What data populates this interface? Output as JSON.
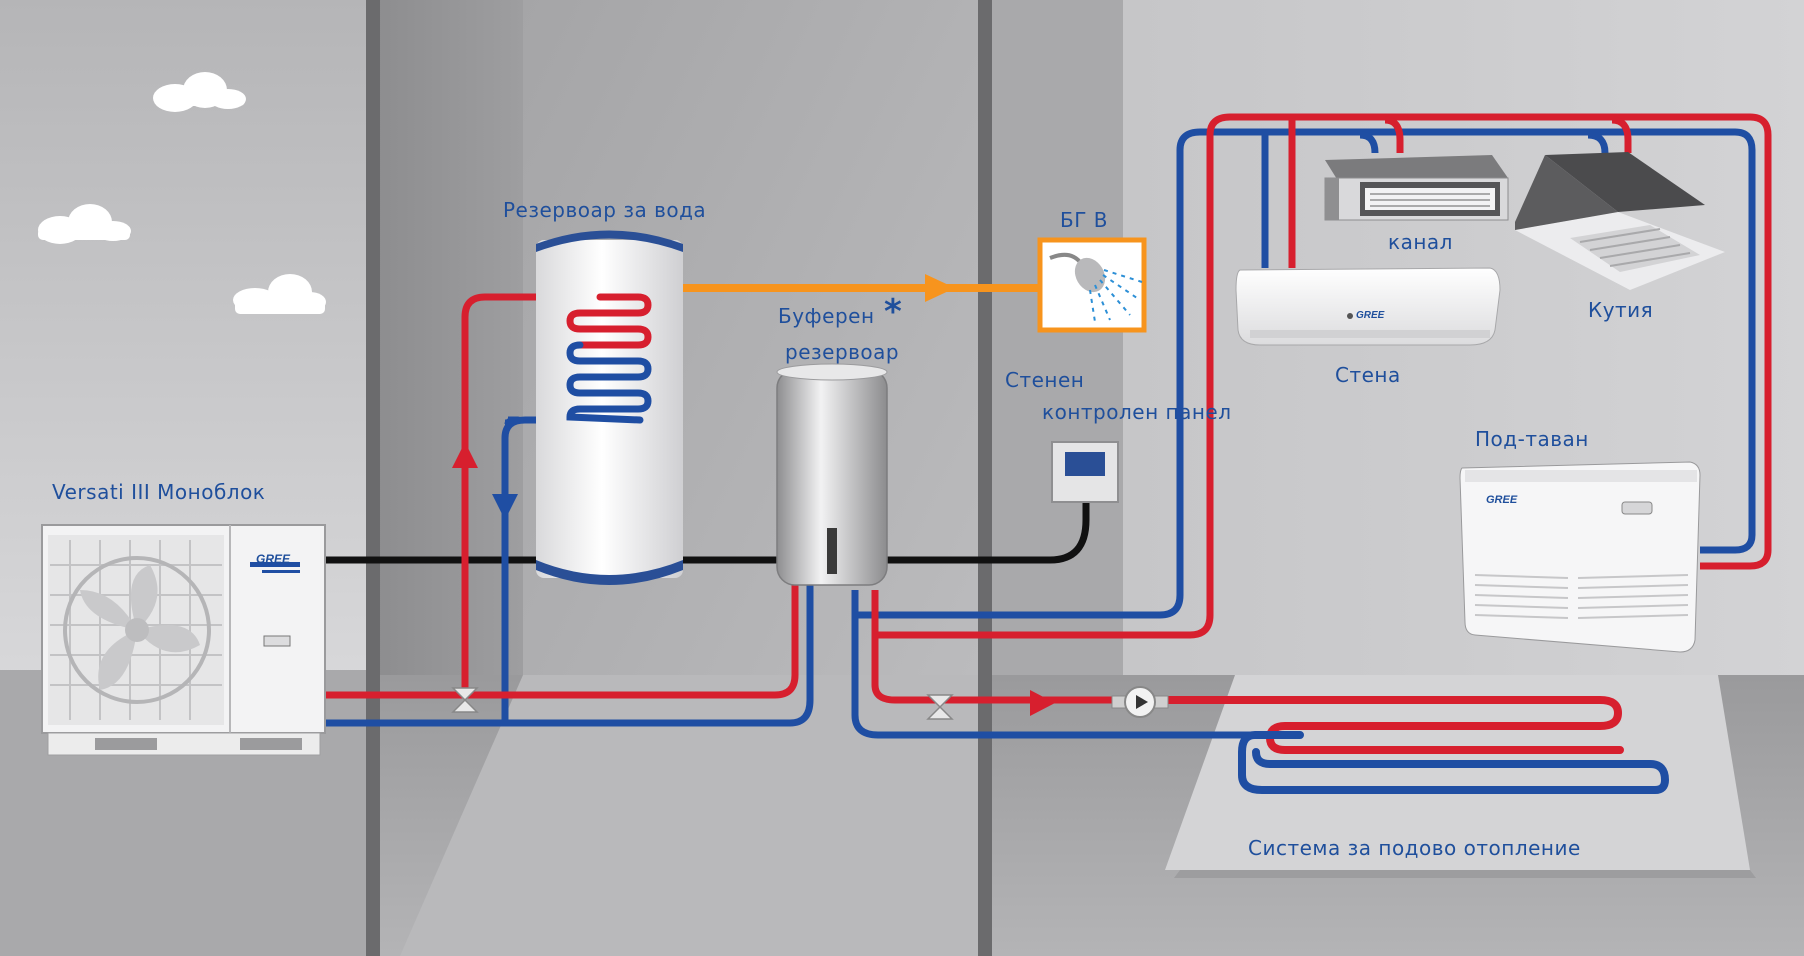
{
  "labels": {
    "outdoor_unit": "Versati III Моноблок",
    "water_tank": "Резервоар за вода",
    "dhw": "БГ В",
    "buffer_line1": "Буферен",
    "buffer_line2": "резервоар",
    "buffer_mark": "*",
    "wall_panel_line1": "Стенен",
    "wall_panel_line2": "контролен панел",
    "duct": "канал",
    "cassette": "Кутия",
    "wall": "Стена",
    "under_ceiling": "Под-таван",
    "floor_heating": "Система за подово отопление"
  },
  "brand": "GREE",
  "colors": {
    "hot_pipe": "#d71f2e",
    "cold_pipe": "#1f4ea3",
    "dhw_pipe": "#f7941d",
    "control_cable": "#111111",
    "label_text": "#1f4f9c"
  }
}
